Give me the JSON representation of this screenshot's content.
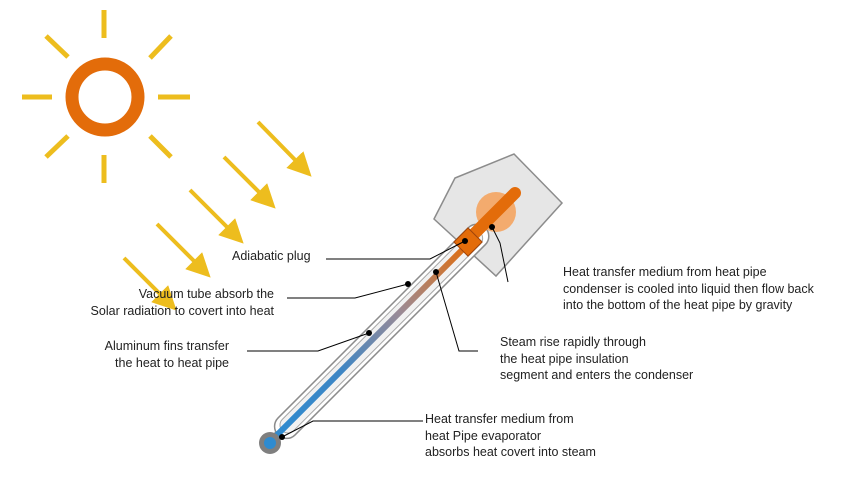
{
  "colors": {
    "sun_ring": "#E36C0A",
    "sun_rays": "#EDBD1E",
    "arrows": "#EDBD1E",
    "tube_outline": "#8C8C8C",
    "pipe_top": "#E36C0A",
    "pipe_bottom": "#2E8BD0",
    "condenser_housing": "#E6E6E6",
    "leader_lines": "#000000"
  },
  "icons": {
    "sun": "sun-icon",
    "radiation_arrows": "arrow-down-right-icon"
  },
  "labels": {
    "adiabatic_plug": [
      "Adiabatic plug"
    ],
    "vacuum_tube": [
      "Vacuum tube absorb the",
      "Solar radiation to covert into heat"
    ],
    "aluminum_fins": [
      "Aluminum fins transfer",
      "the heat to heat pipe"
    ],
    "condenser_flow": [
      "Heat transfer medium from heat pipe",
      "condenser is cooled into liquid then flow back",
      "into the bottom of the heat pipe  by gravity"
    ],
    "steam_rise": [
      "Steam rise rapidly through",
      "the heat pipe insulation",
      "segment and enters the condenser"
    ],
    "evaporator": [
      "Heat transfer medium from",
      "heat Pipe evaporator",
      "absorbs heat  covert into steam"
    ]
  }
}
